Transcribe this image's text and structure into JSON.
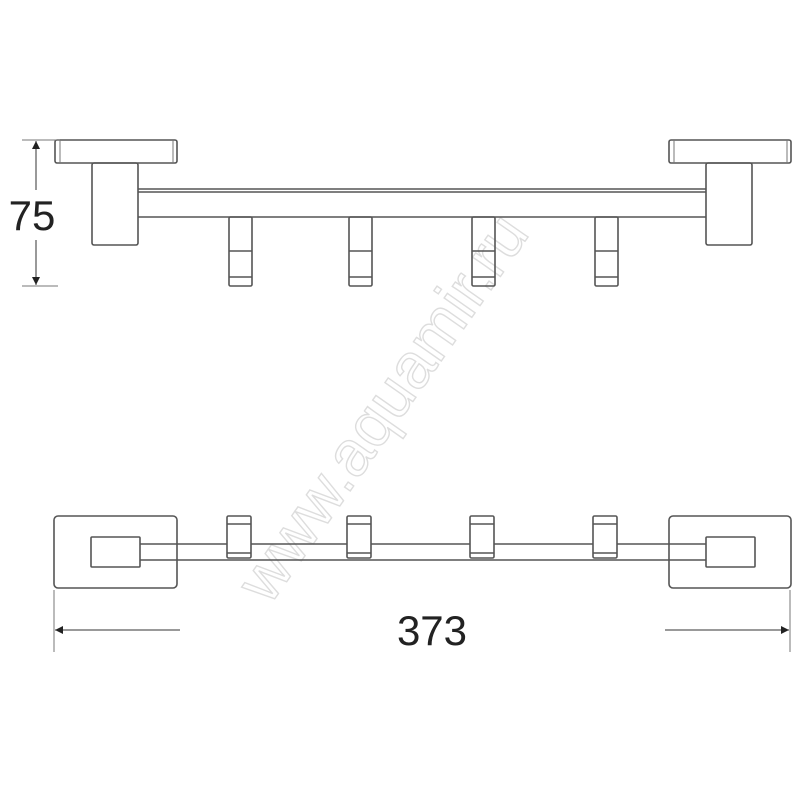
{
  "dimensions": {
    "height_label": "75",
    "width_label": "373"
  },
  "watermark": "www.aquamir.ru",
  "colors": {
    "line": "#555555",
    "text": "#222222",
    "watermark": "#dddddd"
  }
}
